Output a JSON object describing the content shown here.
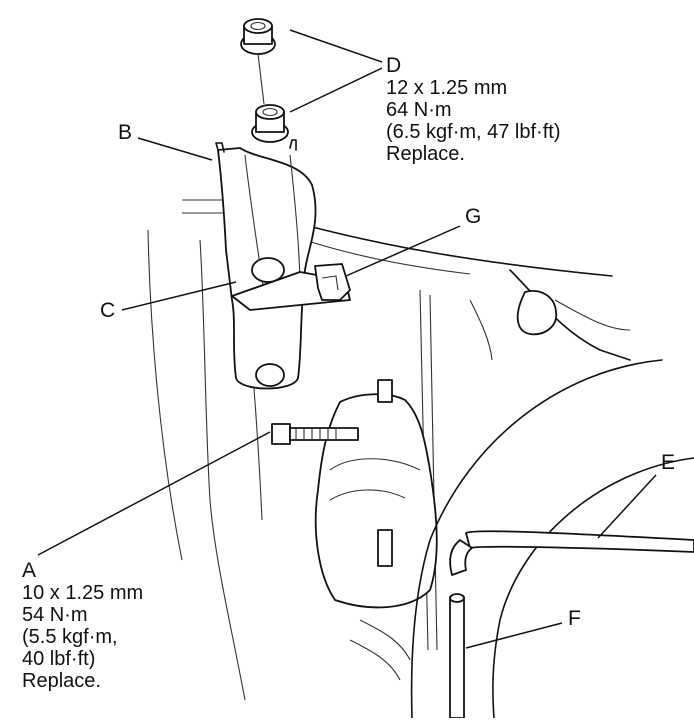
{
  "callouts": {
    "A": {
      "letter": "A",
      "lines": [
        "10 x 1.25 mm",
        "54 N·m",
        "(5.5 kgf·m,",
        "40 lbf·ft)",
        "Replace."
      ]
    },
    "B": {
      "letter": "B"
    },
    "C": {
      "letter": "C"
    },
    "D": {
      "letter": "D",
      "lines": [
        "12 x 1.25 mm",
        "64 N·m",
        "(6.5 kgf·m, 47 lbf·ft)",
        "Replace."
      ]
    },
    "E": {
      "letter": "E"
    },
    "F": {
      "letter": "F"
    },
    "G": {
      "letter": "G"
    }
  }
}
